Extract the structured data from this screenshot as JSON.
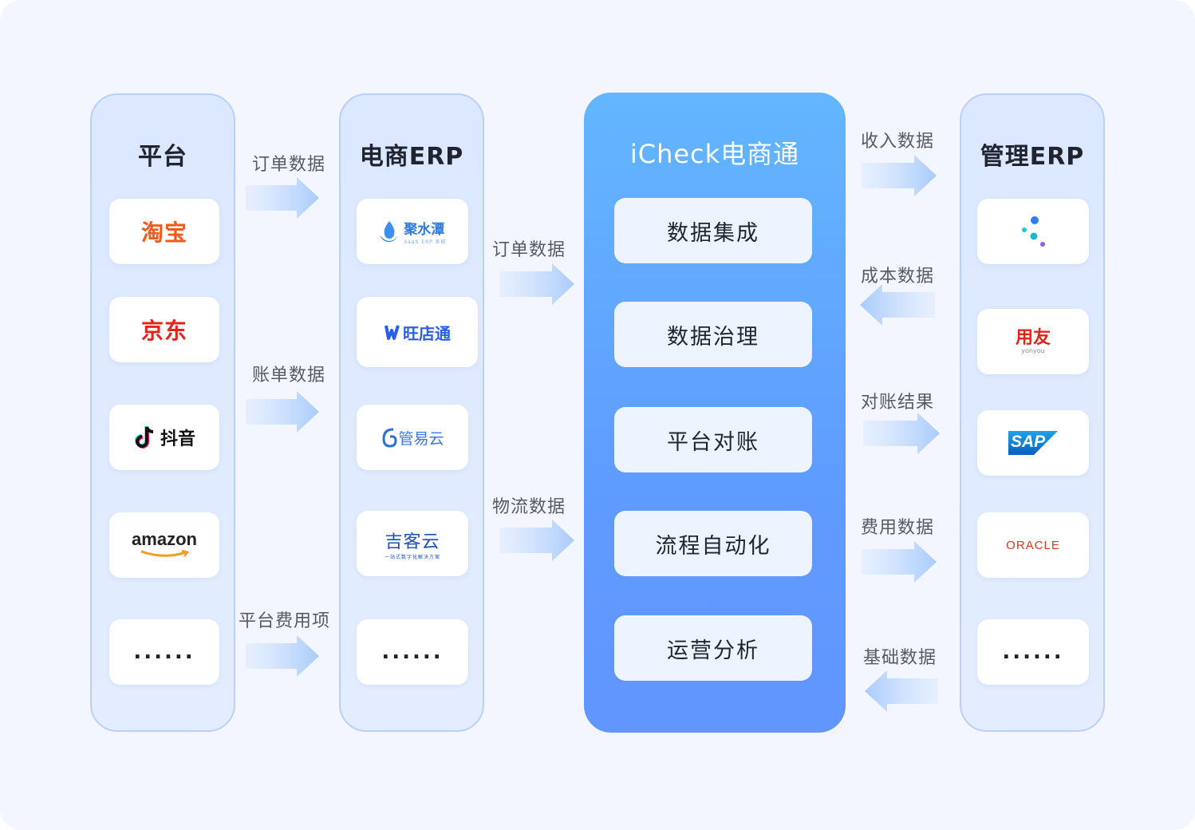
{
  "columns": {
    "platform": {
      "title": "平台",
      "items": [
        "淘宝",
        "京东",
        "抖音",
        "amazon",
        "......"
      ]
    },
    "ecom_erp": {
      "title": "电商ERP",
      "items": [
        "聚水潭",
        "SaaS ERP 系统",
        "旺店通",
        "管易云",
        "吉客云",
        "一站式数字化解决方案",
        "......"
      ]
    },
    "mgmt_erp": {
      "title": "管理ERP",
      "items": [
        "用友",
        "yonyou",
        "SAP",
        "ORACLE",
        "......"
      ]
    }
  },
  "center": {
    "title": "iCheck电商通",
    "modules": [
      "数据集成",
      "数据治理",
      "平台对账",
      "流程自动化",
      "运营分析"
    ]
  },
  "flows": {
    "left": [
      "订单数据",
      "账单数据",
      "平台费用项"
    ],
    "middle": [
      "订单数据",
      "物流数据"
    ],
    "right": [
      "收入数据",
      "成本数据",
      "对账结果",
      "费用数据",
      "基础数据"
    ]
  },
  "colors": {
    "taobao": "#f05a1d",
    "jd": "#e1251b",
    "brand_blue": "#2a5de8",
    "yonyou": "#e1251b",
    "sap": "#1a7fd6",
    "oracle": "#e0371f"
  }
}
